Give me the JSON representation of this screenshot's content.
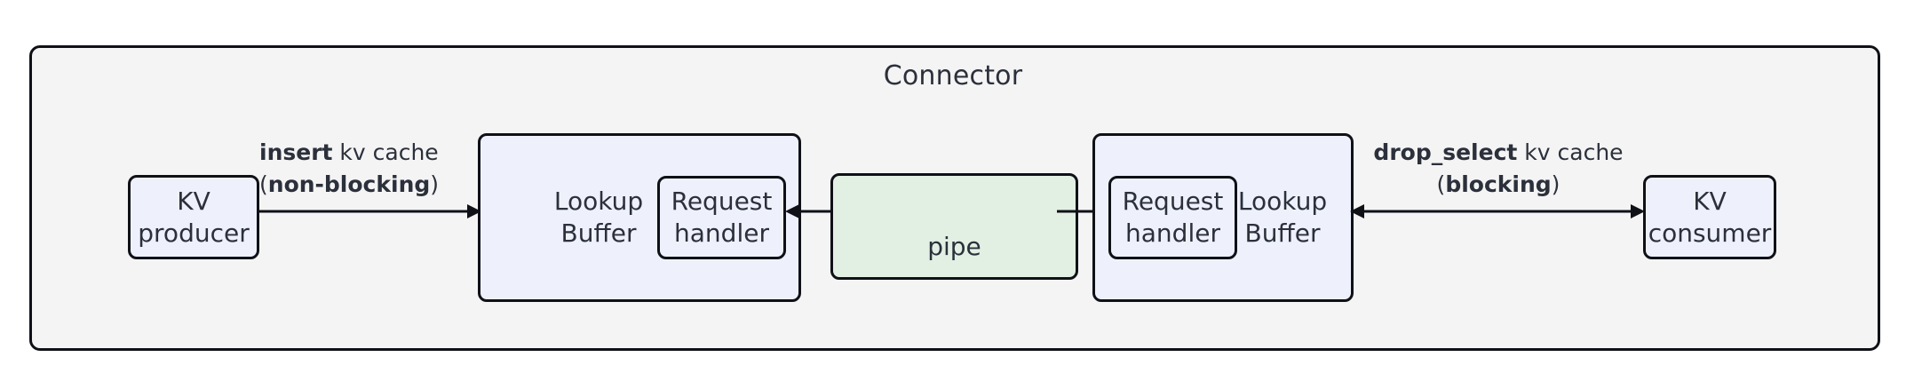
{
  "diagram": {
    "container": {
      "title": "Connector",
      "fill": "#f4f4f4",
      "stroke": "#0f1117"
    },
    "nodes": {
      "kv_producer": {
        "line1": "KV",
        "line2": "producer",
        "fill": "#eef1fb"
      },
      "kv_consumer": {
        "line1": "KV",
        "line2": "consumer",
        "fill": "#eef1fb"
      },
      "left_lookup_buffer": {
        "line1": "Lookup",
        "line2": "Buffer",
        "fill": "#eef1fb"
      },
      "left_request_handler": {
        "line1": "Request",
        "line2": "handler",
        "fill": "#eef1fb"
      },
      "pipe": {
        "label": "pipe",
        "fill": "#e2f0e4"
      },
      "right_lookup_buffer": {
        "line1": "Lookup",
        "line2": "Buffer",
        "fill": "#eef1fb"
      },
      "right_request_handler": {
        "line1": "Request",
        "line2": "handler",
        "fill": "#eef1fb"
      }
    },
    "edges": {
      "insert": {
        "bold1": "insert",
        "plain1": " kv cache",
        "open_paren": "(",
        "bold2": "non-blocking",
        "close_paren": ")",
        "direction": "right"
      },
      "drop_select": {
        "bold1": "drop_select",
        "plain1": " kv cache",
        "open_paren": "(",
        "bold2": "blocking",
        "close_paren": ")",
        "direction": "both"
      },
      "pipe_to_left_buffer": {
        "direction": "left"
      },
      "pipe_to_right_buffer": {
        "direction": "right"
      }
    }
  }
}
